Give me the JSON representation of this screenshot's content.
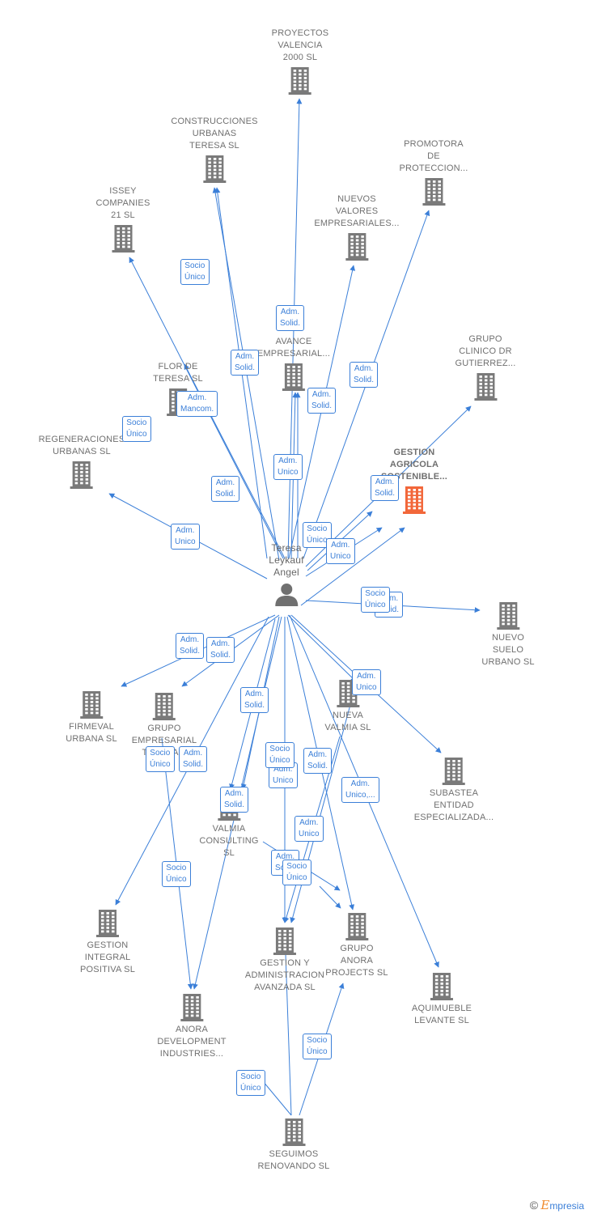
{
  "center": {
    "name": "Teresa\nLeykauf\nAngel"
  },
  "colors": {
    "edge": "#3b7fd8",
    "building": "#7a7a7a",
    "highlight": "#f2673a",
    "person": "#707070"
  },
  "nodes": [
    {
      "id": "proyectos",
      "label": "PROYECTOS\nVALENCIA\n2000 SL"
    },
    {
      "id": "construcciones",
      "label": "CONSTRUCCIONES\nURBANAS\nTERESA SL"
    },
    {
      "id": "promotora",
      "label": "PROMOTORA\nDE\nPROTECCION..."
    },
    {
      "id": "issey",
      "label": "ISSEY\nCOMPANIES\n21 SL"
    },
    {
      "id": "nuevos",
      "label": "NUEVOS\nVALORES\nEMPRESARIALES..."
    },
    {
      "id": "avance",
      "label": "AVANCE\nEMPRESARIAL..."
    },
    {
      "id": "grupoclinico",
      "label": "GRUPO\nCLINICO DR\nGUTIERREZ..."
    },
    {
      "id": "flor",
      "label": "FLOR DE\nTERESA SL"
    },
    {
      "id": "regeneraciones",
      "label": "REGENERACIONES\nURBANAS  SL"
    },
    {
      "id": "gestionagricola",
      "label": "GESTION\nAGRICOLA\nSOSTENIBLE..."
    },
    {
      "id": "nuevosuelo",
      "label": "NUEVO\nSUELO\nURBANO  SL"
    },
    {
      "id": "firmeval",
      "label": "FIRMEVAL\nURBANA  SL"
    },
    {
      "id": "grupoempresarial",
      "label": "GRUPO\nEMPRESARIAL\nTERESA..."
    },
    {
      "id": "nuevavalmia",
      "label": "NUEVA\nVALMIA  SL"
    },
    {
      "id": "subastea",
      "label": "SUBASTEA\nENTIDAD\nESPECIALIZADA..."
    },
    {
      "id": "valmia",
      "label": "VALMIA\nCONSULTING\nSL"
    },
    {
      "id": "gestionintegral",
      "label": "GESTION\nINTEGRAL\nPOSITIVA  SL"
    },
    {
      "id": "gestionadmin",
      "label": "GESTION Y\nADMINISTRACION\nAVANZADA  SL"
    },
    {
      "id": "grupoanora",
      "label": "GRUPO\nANORA\nPROJECTS  SL"
    },
    {
      "id": "aquimueble",
      "label": "AQUIMUEBLE\nLEVANTE SL"
    },
    {
      "id": "anoradev",
      "label": "ANORA\nDEVELOPMENT\nINDUSTRIES..."
    },
    {
      "id": "seguimos",
      "label": "SEGUIMOS\nRENOVANDO SL"
    }
  ],
  "badges": [
    "Socio\nÚnico",
    "Adm.\nSolid.",
    "Adm.\nSolid.",
    "Adm.\nMancom.",
    "Adm.\nSolid.",
    "Adm.\nSolid.",
    "Socio\nÚnico",
    "Adm.\nUnico",
    "Adm.\nSolid.",
    "Adm.\nUnico",
    "Adm.\nSolid.",
    "Socio\nÚnico",
    "Adm.\nUnico",
    "Adm.\nSolid.",
    "Socio\nÚnico",
    "Adm.\nUnico",
    "Adm.\nSolid.",
    "Adm.\nSolid.",
    "Adm.\nSolid.",
    "Socio\nÚnico",
    "Adm.\nSolid.",
    "Adm.\nUnico",
    "Socio\nÚnico",
    "Adm.\nSolid.",
    "Adm.\nUnico,...",
    "Adm.\nSolid.",
    "Adm.\nUnico",
    "Adm.\nSolid.",
    "Socio\nÚnico",
    "Socio\nÚnico",
    "Socio\nÚnico",
    "Socio\nÚnico"
  ],
  "footer": {
    "copyright": "©",
    "brand_initial": "E",
    "brand_rest": "mpresia"
  }
}
